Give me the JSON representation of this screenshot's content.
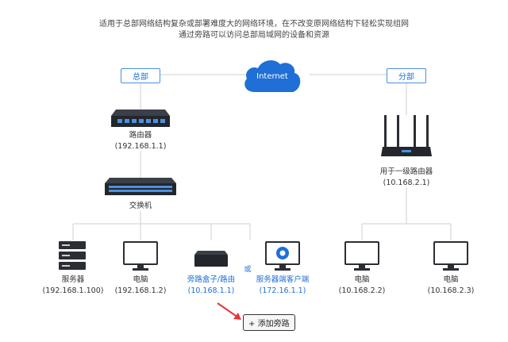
{
  "header": {
    "line1": "适用于总部网络结构复杂或部署难度大的网络环境，在不改变原网络结构下轻松实现组网",
    "line2": "通过旁路可以访问总部局域网的设备和资源"
  },
  "cloud": {
    "label": "Internet"
  },
  "tags": {
    "hq": "总部",
    "branch": "分部"
  },
  "hq_router": {
    "name": "路由器",
    "ip": "(192.168.1.1)"
  },
  "hq_switch": {
    "name": "交换机"
  },
  "devices": {
    "server": {
      "name": "服务器",
      "ip": "(192.168.1.100)"
    },
    "pc1": {
      "name": "电脑",
      "ip": "(192.168.1.2)"
    },
    "bypass": {
      "name": "旁路盒子/路由",
      "ip": "(10.168.1.1)"
    },
    "or": "或",
    "client": {
      "name": "服务器端客户端",
      "ip": "(172.16.1.1)"
    },
    "branch_router": {
      "name": "用于一级路由器",
      "ip": "(10.168.2.1)"
    },
    "pc2": {
      "name": "电脑",
      "ip": "(10.168.2.2)"
    },
    "pc3": {
      "name": "电脑",
      "ip": "(10.168.2.3)"
    }
  },
  "add_button": {
    "icon": "plus-icon",
    "label": "添加旁路"
  },
  "colors": {
    "accent": "#1e6fd9",
    "cloud": "#1f6fd6",
    "wire": "#cfcfcf",
    "arrow": "#e53935"
  }
}
